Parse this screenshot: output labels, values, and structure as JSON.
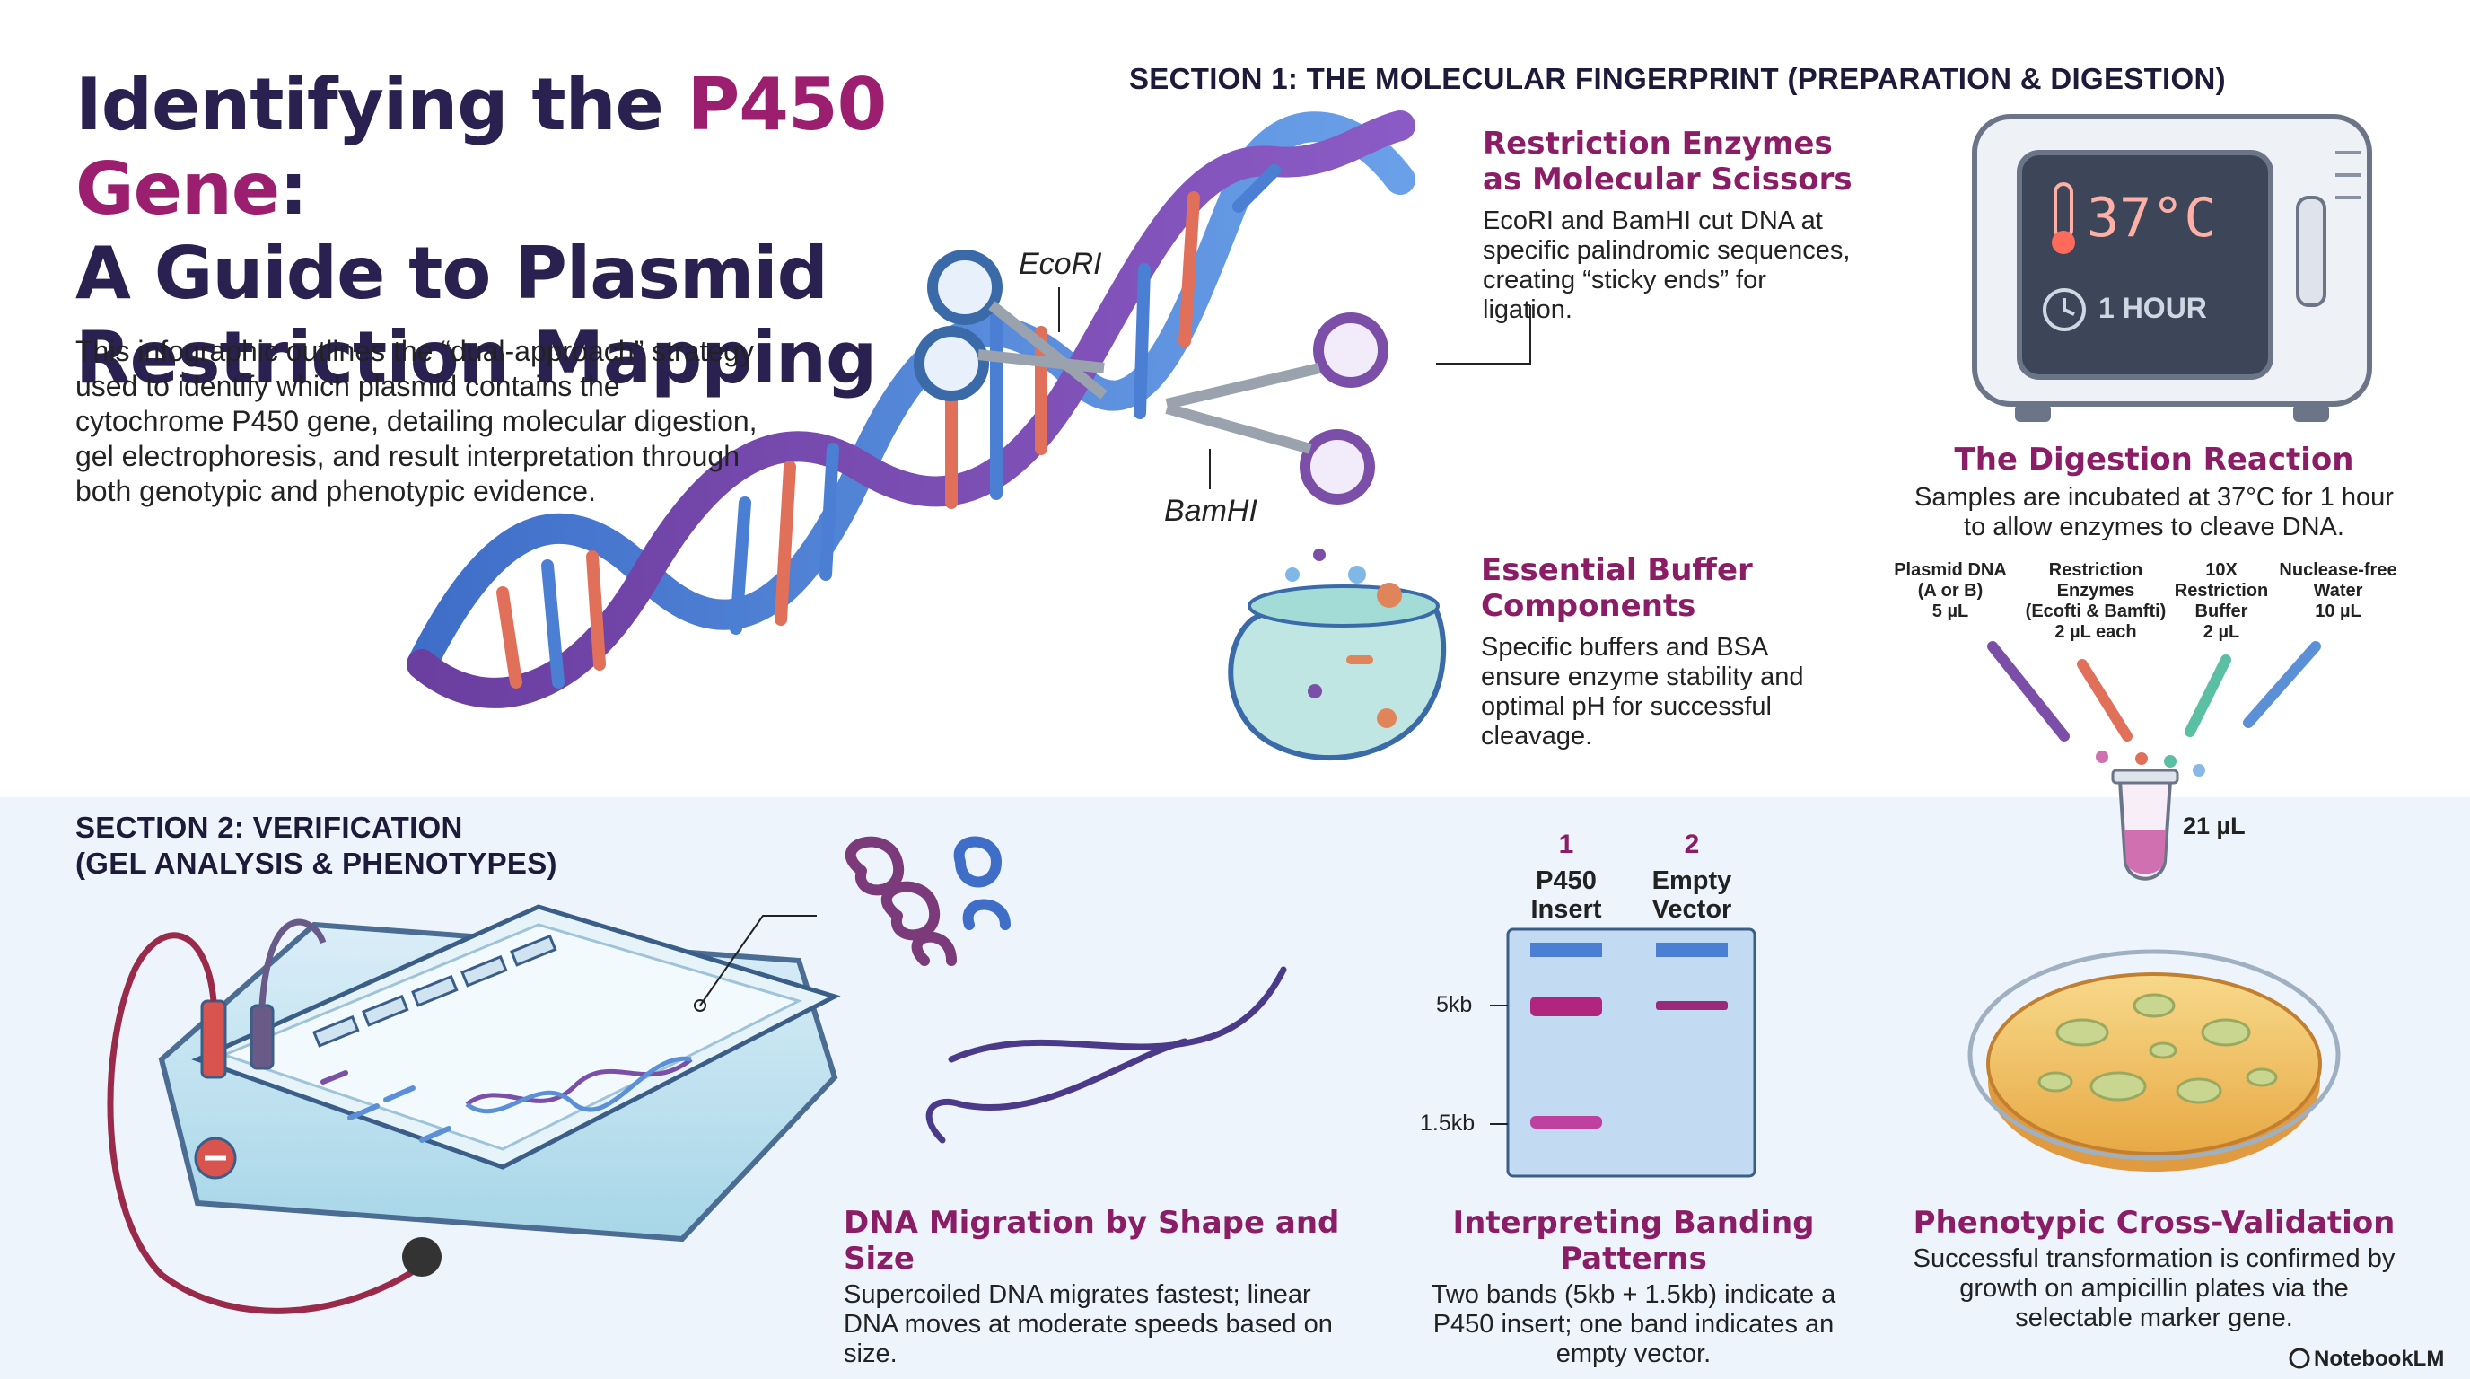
{
  "title": {
    "part1": "Identifying the ",
    "highlight": "P450 Gene",
    "part2": ":",
    "line2": "A Guide to Plasmid",
    "line3": "Restriction Mapping"
  },
  "intro": "This infographic outlines the “dual-approach” strategy used to identify which plasmid contains the cytochrome P450 gene, detailing molecular digestion, gel electrophoresis, and result interpretation through both genotypic and phenotypic evidence.",
  "section1": {
    "label": "SECTION 1: THE MOLECULAR FINGERPRINT (PREPARATION & DIGESTION)",
    "enzyme1": "EcoRI",
    "enzyme2": "BamHI",
    "scissors": {
      "heading_l1": "Restriction Enzymes",
      "heading_l2": "as Molecular Scissors",
      "body": "EcoRI and BamHI cut DNA at specific palindromic sequences, creating “sticky ends” for ligation."
    },
    "buffer": {
      "heading_l1": "Essential Buffer",
      "heading_l2": "Components",
      "body": "Specific buffers and BSA ensure enzyme stability and optimal pH for successful cleavage."
    },
    "incubator": {
      "temp": "37°C",
      "time": "1 HOUR"
    },
    "digestion": {
      "heading": "The Digestion Reaction",
      "body": "Samples are incubated at 37°C for 1 hour to allow enzymes to cleave DNA."
    },
    "reagents": [
      {
        "l1": "Plasmid DNA",
        "l2": "(A or B)",
        "l3": "5 µL",
        "color": "#7b4fa8"
      },
      {
        "l1": "Restriction",
        "l2": "Enzymes",
        "l3": "(Ecofti & Bamfti)",
        "l4": "2 µL each",
        "color": "#e0705a"
      },
      {
        "l1": "10X",
        "l2": "Restriction",
        "l3": "Buffer",
        "l4": "2 µL",
        "color": "#5bbfa4"
      },
      {
        "l1": "Nuclease-free",
        "l2": "Water",
        "l3": "10 µL",
        "color": "#5b8fd6"
      }
    ],
    "tube_volume": "21 µL"
  },
  "section2": {
    "label_l1": "SECTION 2: VERIFICATION",
    "label_l2": "(GEL ANALYSIS & PHENOTYPES)",
    "migration": {
      "heading": "DNA Migration by Shape and Size",
      "body": "Supercoiled DNA migrates fastest; linear DNA moves at moderate speeds based on size."
    },
    "gel": {
      "lane1_num": "1",
      "lane1_l1": "P450",
      "lane1_l2": "Insert",
      "lane2_num": "2",
      "lane2_l1": "Empty",
      "lane2_l2": "Vector",
      "marker_high": "5kb",
      "marker_low": "1.5kb"
    },
    "banding": {
      "heading": "Interpreting Banding Patterns",
      "body": "Two bands (5kb + 1.5kb) indicate a P450 insert; one band indicates an empty vector."
    },
    "phenotype": {
      "heading": "Phenotypic Cross-Validation",
      "body": "Successful transformation is confirmed by growth on ampicillin plates via the selectable marker gene."
    }
  },
  "brand": "NotebookLM",
  "colors": {
    "accent": "#8a1d65",
    "title": "#2a2150",
    "dna_purple": "#6a3fa0",
    "dna_blue": "#4a7fd4",
    "section2_bg": "#eef4fb"
  }
}
